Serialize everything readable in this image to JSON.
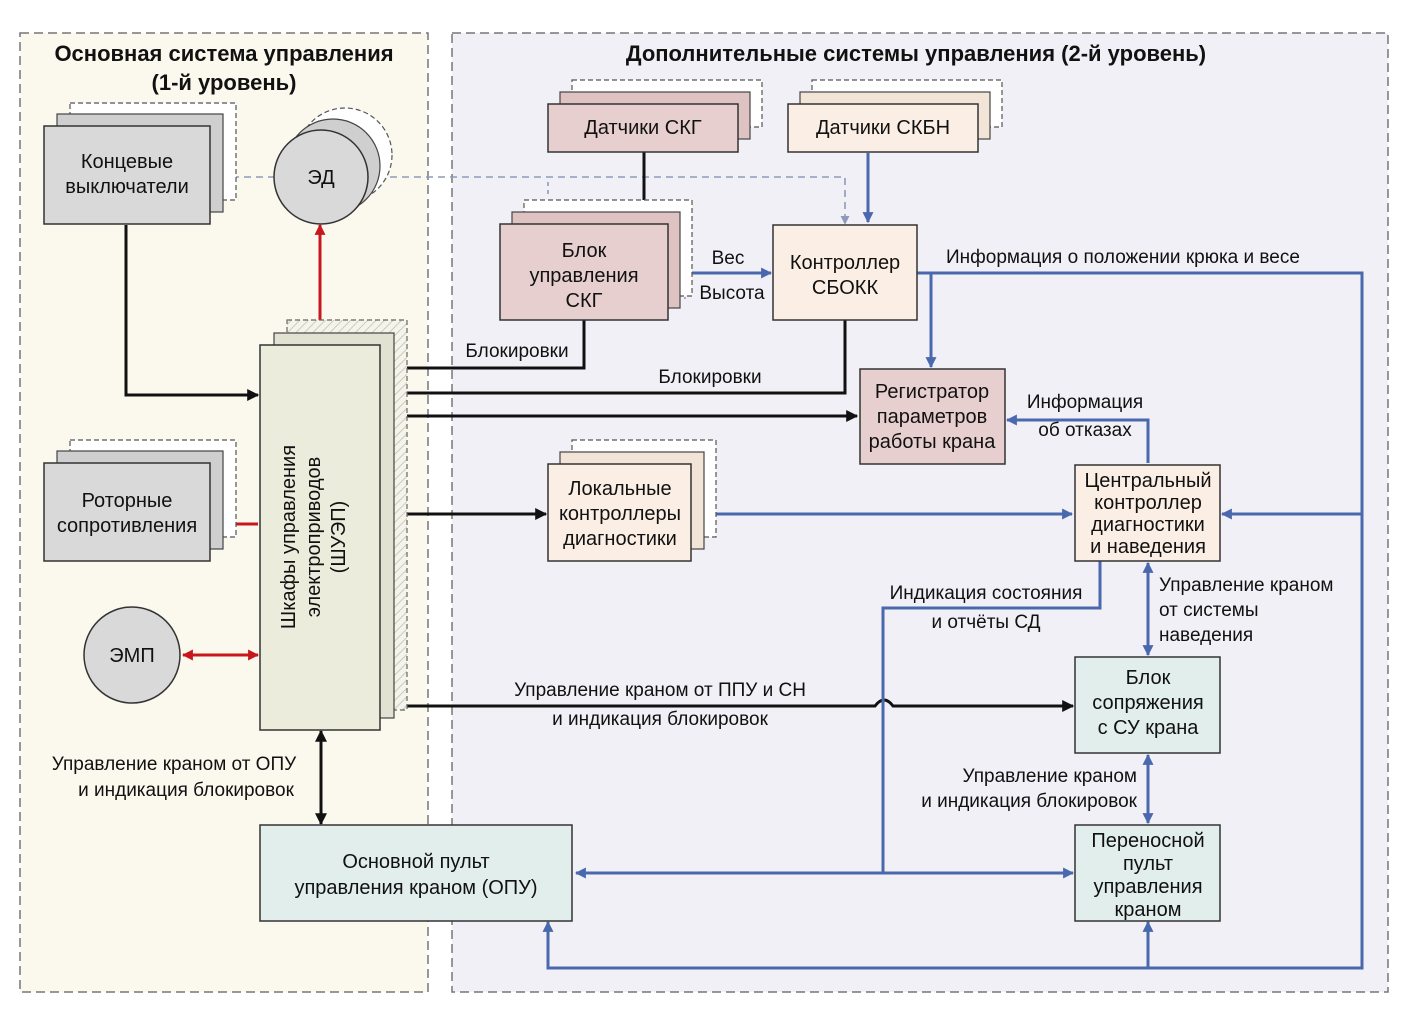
{
  "colors": {
    "left_panel_bg": "#fbf9ee",
    "right_panel_bg": "#f1f0f6",
    "gray_block": "#d9d9d9",
    "pink_block": "#e8cfcf",
    "beige_block": "#fbefe5",
    "shuep_block": "#ececdc",
    "blue_block": "#e2eeec",
    "black_line": "#111111",
    "blue_line": "#4a68ae",
    "red_line": "#c8161d",
    "dashed_line": "#8e9ab8"
  },
  "panels": {
    "left": {
      "title_line1": "Основная система управления",
      "title_line2": "(1-й уровень)"
    },
    "right": {
      "title": "Дополнительные системы управления (2-й уровень)"
    }
  },
  "blocks": {
    "limit_switches": [
      "Концевые",
      "выключатели"
    ],
    "ed": "ЭД",
    "rotor_res": [
      "Роторные",
      "сопротивления"
    ],
    "emp": "ЭМП",
    "shuep": [
      "Шкафы управления",
      "электроприводов",
      "(ШУЭП)"
    ],
    "opu": [
      "Основной пульт",
      "управления краном (ОПУ)"
    ],
    "skg_sensors": "Датчики СКГ",
    "skbn_sensors": "Датчики СКБН",
    "skg_block": [
      "Блок",
      "управления",
      "СКГ"
    ],
    "sbokk": [
      "Контроллер",
      "СБОКК"
    ],
    "registrar": [
      "Регистратор",
      "параметров",
      "работы крана"
    ],
    "local_ctrl": [
      "Локальные",
      "контроллеры",
      "диагностики"
    ],
    "central_ctrl": [
      "Центральный",
      "контроллер",
      "диагностики",
      "и наведения"
    ],
    "interface": [
      "Блок",
      "сопряжения",
      "с СУ крана"
    ],
    "portable": [
      "Переносной",
      "пульт",
      "управления",
      "краном"
    ]
  },
  "labels": {
    "weight": "Вес",
    "height": "Высота",
    "hook_info": "Информация о положении крюка и весе",
    "lock1": "Блокировки",
    "lock2": "Блокировки",
    "failure_info": [
      "Информация",
      "об отказах"
    ],
    "status_ind": [
      "Индикация состояния",
      "и отчёты СД"
    ],
    "guidance_ctrl": [
      "Управление краном",
      "от системы",
      "наведения"
    ],
    "ppu_ctrl": [
      "Управление краном от ППУ и СН",
      "и индикация блокировок"
    ],
    "opu_ctrl": [
      "Управление краном от ОПУ",
      "и индикация блокировок"
    ],
    "crane_ctrl": [
      "Управление краном",
      "и индикация блокировок"
    ]
  }
}
